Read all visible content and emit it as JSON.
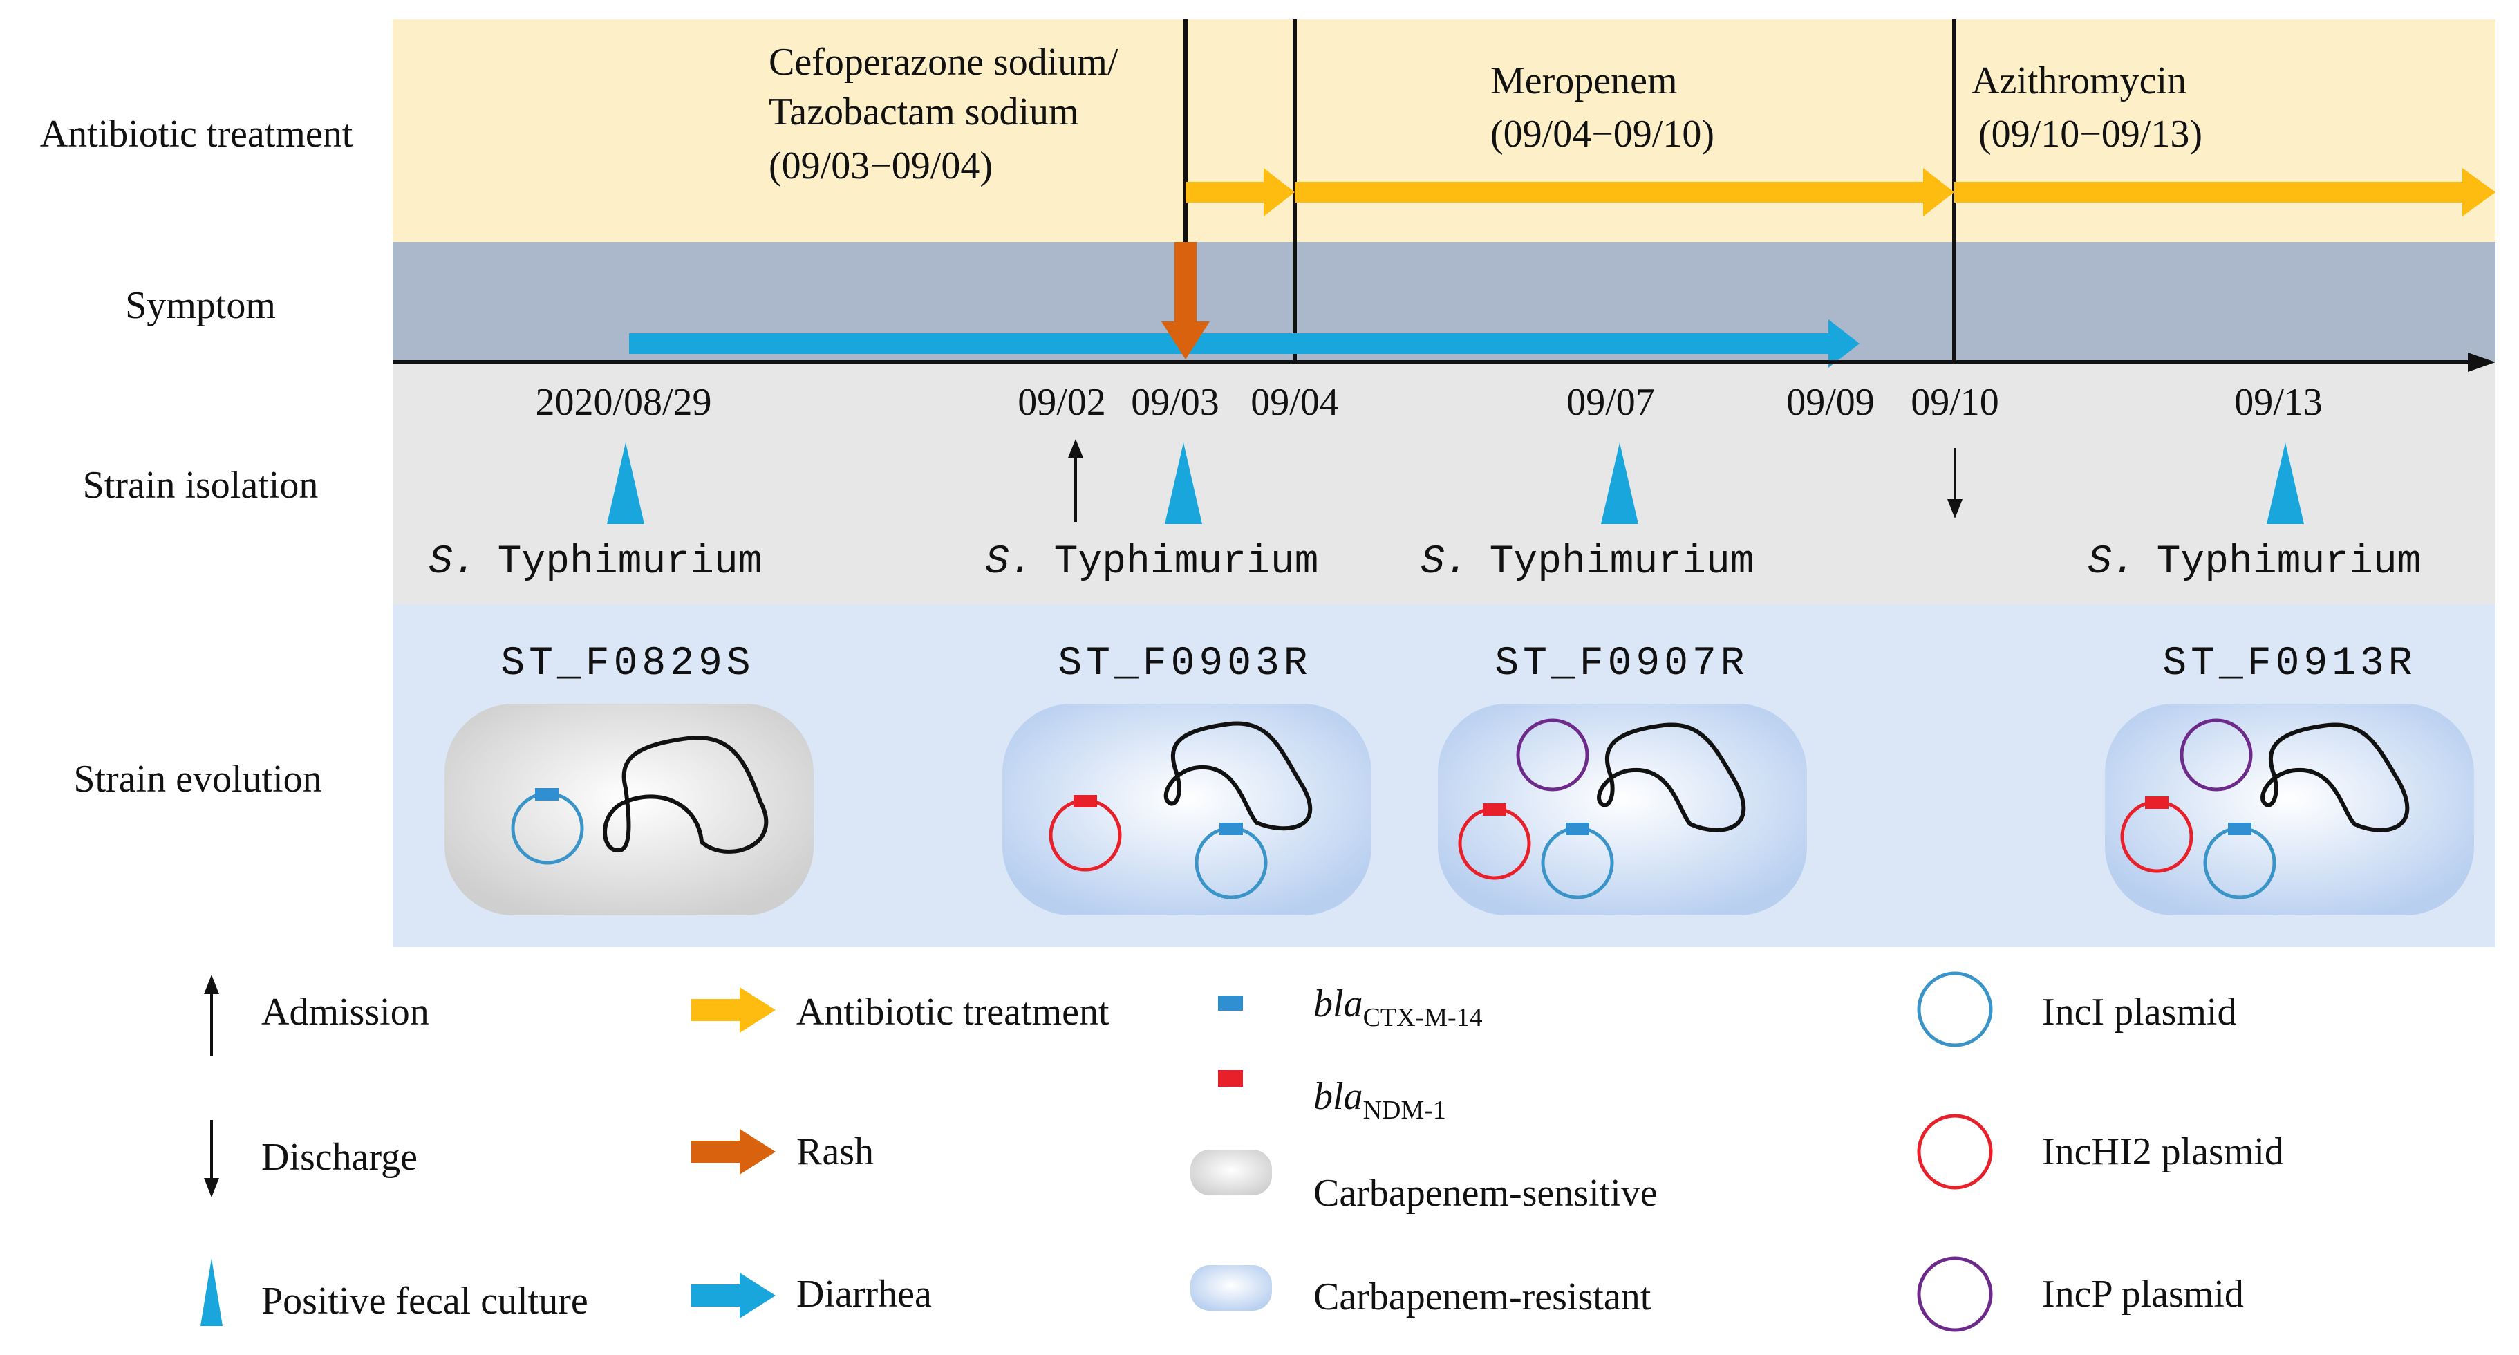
{
  "row_labels": {
    "antibiotic": "Antibiotic treatment",
    "symptom": "Symptom",
    "isolation": "Strain isolation",
    "evolution": "Strain evolution"
  },
  "treatments": {
    "cefoperazone_line1": "Cefoperazone sodium/",
    "cefoperazone_line2": "Tazobactam sodium",
    "cefoperazone_dates": "(09/03−09/04)",
    "meropenem": "Meropenem",
    "meropenem_dates": "(09/04−09/10)",
    "azithromycin": "Azithromycin",
    "azithromycin_dates": "(09/10−09/13)"
  },
  "dates": {
    "d0829": "2020/08/29",
    "d0902": "09/02",
    "d0903": "09/03",
    "d0904": "09/04",
    "d0907": "09/07",
    "d0909": "09/09",
    "d0910": "09/10",
    "d0913": "09/13"
  },
  "species": {
    "abbrev": "S.",
    "serovar": "Typhimurium"
  },
  "strains": {
    "s1": "ST_F0829S",
    "s2": "ST_F0903R",
    "s3": "ST_F0907R",
    "s4": "ST_F0913R"
  },
  "legend": {
    "admission": "Admission",
    "discharge": "Discharge",
    "positive_culture": "Positive fecal culture",
    "antibiotic_treatment": "Antibiotic treatment",
    "rash": "Rash",
    "diarrhea": "Diarrhea",
    "ctx_gene": "bla",
    "ctx_sub": "CTX-M-14",
    "ndm_gene": "bla",
    "ndm_sub": "NDM-1",
    "carb_sensitive": "Carbapenem-sensitive",
    "carb_resistant": "Carbapenem-resistant",
    "inci": "IncI plasmid",
    "inchi2": "IncHI2 plasmid",
    "incp": "IncP plasmid"
  },
  "colors": {
    "antibiotic_band": "#fdf0c8",
    "symptom_band": "#abb7ca",
    "isolation_band": "#e7e7e7",
    "evolution_band": "#dbe6f6",
    "antibiotic_arrow": "#fdbc0f",
    "rash_arrow": "#d9620f",
    "diarrhea_arrow": "#19a6dc",
    "incI": "#3a94c8",
    "incHI2": "#e8202a",
    "incP": "#6d2a8a",
    "blaCTX": "#2f8fd0",
    "blaNDM": "#e8202a"
  }
}
